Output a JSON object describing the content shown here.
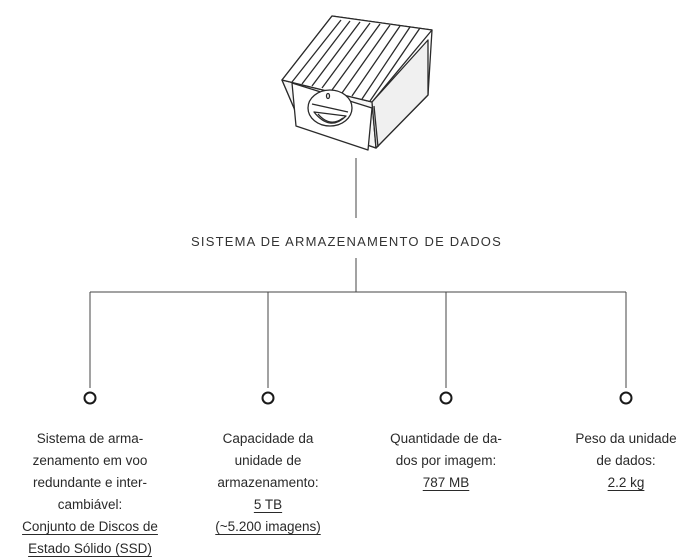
{
  "diagram": {
    "title": "SISTEMA DE ARMAZENAMENTO DE DADOS",
    "device_icon": "ssd-storage-module-icon",
    "items": [
      {
        "lines": [
          "Sistema de arma-",
          "zenamento em voo",
          "redundante e inter-",
          "cambiável:"
        ],
        "value_lines": [
          "Conjunto de Discos de",
          "Estado Sólido (SSD)"
        ]
      },
      {
        "lines": [
          "Capacidade da",
          "unidade de",
          "armazenamento:"
        ],
        "value_lines": [
          "5 TB ",
          "(~5.200 imagens)"
        ]
      },
      {
        "lines": [
          "Quantidade de da-",
          "dos por imagem:"
        ],
        "value_lines": [
          "787 MB"
        ]
      },
      {
        "lines": [
          "Peso da unidade",
          "de dados:"
        ],
        "value_lines": [
          "2.2 kg"
        ]
      }
    ]
  }
}
